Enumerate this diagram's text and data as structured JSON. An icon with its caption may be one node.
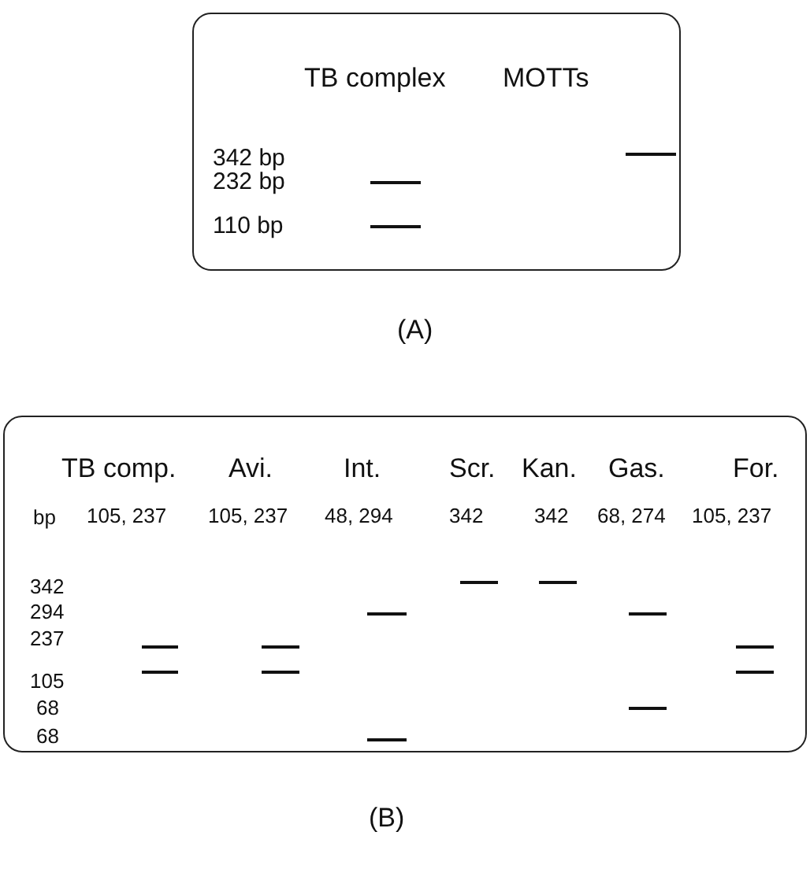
{
  "diagram": {
    "nodes": [
      {
        "text": [
          "TB complex",
          "MOTTs",
          "342 bp",
          "232 bp",
          "110 bp"
        ],
        "beside": [
          "(A)"
        ]
      },
      {
        "text": [
          "TB comp.",
          "Avi.",
          "Int.",
          "Scr.",
          "Kan.",
          "Gas.",
          "For.",
          "bp",
          "105, 237",
          "105, 237",
          "48, 294",
          "342",
          "342",
          "68, 274",
          "105, 237",
          "342",
          "294",
          "237",
          "105",
          "68",
          "68"
        ],
        "beside": [
          "(B)"
        ]
      }
    ]
  }
}
